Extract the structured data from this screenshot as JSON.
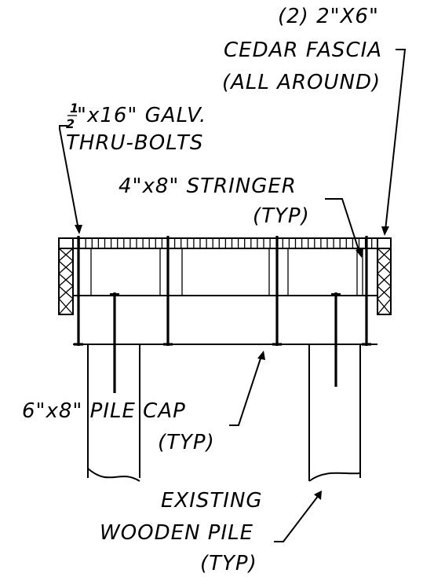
{
  "labels": {
    "fascia_line1": "(2) 2\"X6\"",
    "fascia_line2": "CEDAR FASCIA",
    "fascia_line3": "(ALL AROUND)",
    "bolt_fraction_num": "1",
    "bolt_fraction_den": "2",
    "bolt_line1_rest": "\"x16\" GALV.",
    "bolt_line2": "THRU-BOLTS",
    "stringer_line1": "4\"x8\" STRINGER",
    "stringer_line2": "(TYP)",
    "pilecap_line1": "6\"x8\" PILE CAP",
    "pilecap_line2": "(TYP)",
    "pile_line1": "EXISTING",
    "pile_line2": "WOODEN PILE",
    "pile_line3": "(TYP)"
  },
  "colors": {
    "line": "#000000",
    "background": "#ffffff"
  }
}
